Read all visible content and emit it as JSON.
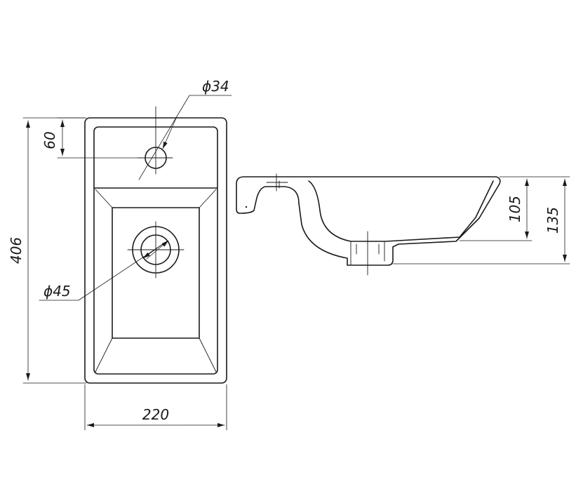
{
  "dimensions": {
    "tap_hole": "ϕ34",
    "drain": "ϕ45",
    "tap_offset": "60",
    "length": "406",
    "width": "220",
    "basin_depth": "105",
    "total_height": "135"
  },
  "colors": {
    "line": "#1a1a1a",
    "background": "#ffffff"
  }
}
